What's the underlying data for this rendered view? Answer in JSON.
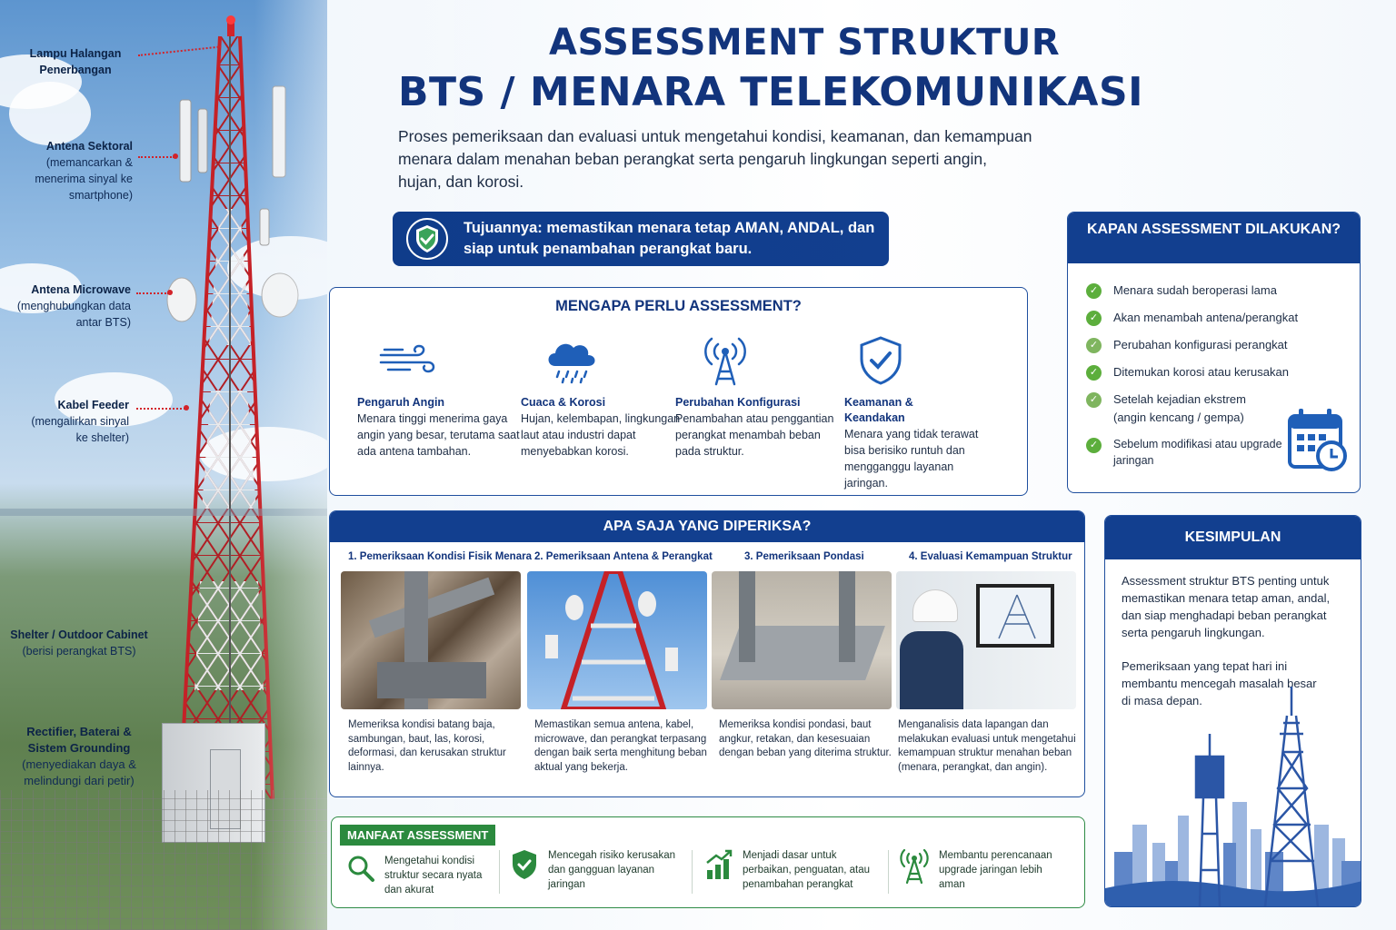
{
  "header": {
    "title_line1": "ASSESSMENT STRUKTUR",
    "title_line2": "BTS / MENARA TELEKOMUNIKASI",
    "intro": "Proses pemeriksaan dan evaluasi untuk mengetahui kondisi, keamanan, dan kemampuan menara dalam menahan beban perangkat serta pengaruh lingkungan seperti angin, hujan, dan korosi.",
    "goal": "Tujuannya: memastikan menara tetap AMAN, ANDAL, dan siap untuk penambahan perangkat baru."
  },
  "callouts": [
    {
      "title": "Lampu Halangan",
      "desc": "Penerbangan"
    },
    {
      "title": "Antena Sektoral",
      "desc": "(memancarkan & menerima sinyal ke smartphone)"
    },
    {
      "title": "Antena Microwave",
      "desc": "(menghubungkan data antar BTS)"
    },
    {
      "title": "Kabel Feeder",
      "desc": "(mengalirkan sinyal ke shelter)"
    },
    {
      "title": "Shelter / Outdoor Cabinet",
      "desc": "(berisi perangkat BTS)"
    },
    {
      "title": "Rectifier, Baterai & Sistem Grounding",
      "desc": "(menyediakan daya & melindungi dari petir)"
    }
  ],
  "mengapa": {
    "title": "MENGAPA PERLU ASSESSMENT?",
    "items": [
      {
        "icon": "wind-icon",
        "title": "Pengaruh Angin",
        "desc": "Menara tinggi menerima gaya angin yang besar, terutama saat ada antena tambahan."
      },
      {
        "icon": "rain-cloud-icon",
        "title": "Cuaca & Korosi",
        "desc": "Hujan, kelembapan, lingkungan laut atau industri dapat menyebabkan korosi."
      },
      {
        "icon": "antenna-icon",
        "title": "Perubahan Konfigurasi",
        "desc": "Penambahan atau penggantian perangkat menambah beban pada struktur."
      },
      {
        "icon": "shield-check-icon",
        "title": "Keamanan & Keandakan",
        "desc": "Menara yang tidak terawat bisa berisiko runtuh dan mengganggu layanan jaringan."
      }
    ]
  },
  "kapan": {
    "title": "KAPAN ASSESSMENT DILAKUKAN?",
    "items": [
      "Menara sudah beroperasi lama",
      "Akan menambah antena/perangkat",
      "Perubahan konfigurasi perangkat",
      "Ditemukan korosi atau kerusakan",
      "Setelah kejadian ekstrem (angin kencang / gempa)",
      "Sebelum modifikasi atau upgrade jaringan"
    ]
  },
  "apa": {
    "title": "APA SAJA YANG DIPERIKSA?",
    "steps": [
      {
        "title": "1. Pemeriksaan Kondisi Fisik Menara",
        "desc": "Memeriksa kondisi batang baja, sambungan, baut, las, korosi, deformasi, dan kerusakan struktur lainnya."
      },
      {
        "title": "2. Pemeriksaan Antena & Perangkat",
        "desc": "Memastikan semua antena, kabel, microwave, dan perangkat terpasang dengan baik serta menghitung beban aktual yang bekerja."
      },
      {
        "title": "3. Pemeriksaan Pondasi",
        "desc": "Memeriksa kondisi pondasi, baut angkur, retakan, dan kesesuaian dengan beban yang diterima struktur."
      },
      {
        "title": "4. Evaluasi Kemampuan Struktur",
        "desc": "Menganalisis data lapangan dan melakukan evaluasi untuk mengetahui kemampuan struktur menahan beban (menara, perangkat, dan angin)."
      }
    ]
  },
  "manfaat": {
    "title": "MANFAAT ASSESSMENT",
    "items": [
      {
        "icon": "magnifier-icon",
        "text": "Mengetahui kondisi struktur secara nyata dan akurat"
      },
      {
        "icon": "shield-check-icon",
        "text": "Mencegah risiko kerusakan dan gangguan layanan jaringan"
      },
      {
        "icon": "growth-chart-icon",
        "text": "Menjadi dasar untuk perbaikan, penguatan, atau penambahan perangkat"
      },
      {
        "icon": "tower-signal-icon",
        "text": "Membantu perencanaan upgrade jaringan lebih aman"
      }
    ]
  },
  "kesimpulan": {
    "title": "KESIMPULAN",
    "p1": "Assessment struktur BTS penting untuk memastikan menara tetap aman, andal, dan siap menghadapi beban perangkat serta pengaruh lingkungan.",
    "p2": "Pemeriksaan yang tepat hari ini membantu mencegah masalah besar di masa depan."
  },
  "colors": {
    "navy": "#123f8f",
    "red": "#d2232a",
    "green": "#2b8a3e",
    "check": "#5cae3c"
  }
}
